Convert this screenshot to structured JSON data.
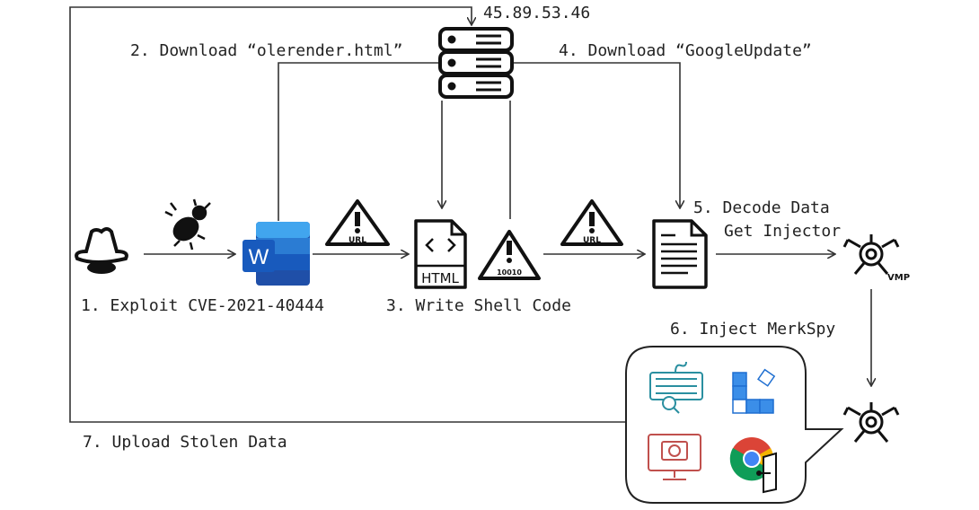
{
  "server": {
    "ip": "45.89.53.46",
    "icon": "server-icon"
  },
  "steps": {
    "s1": "1. Exploit CVE-2021-40444",
    "s2": "2. Download “olerender.html”",
    "s3": "3. Write Shell Code",
    "s4": "4. Download “GoogleUpdate”",
    "s5a": "5. Decode Data",
    "s5b": "Get Injector",
    "s6": "6. Inject MerkSpy",
    "s7": "7. Upload Stolen Data"
  },
  "icons": {
    "warning_url": "URL",
    "warning_bin": "10010",
    "html_label": "HTML",
    "word_letter": "W",
    "vmp_label": "VMP"
  },
  "colors": {
    "word_blue": "#185abd",
    "keylogger": "#2a8fa0",
    "screenshot": "#c0504d",
    "app_blue": "#3b8ee8"
  }
}
